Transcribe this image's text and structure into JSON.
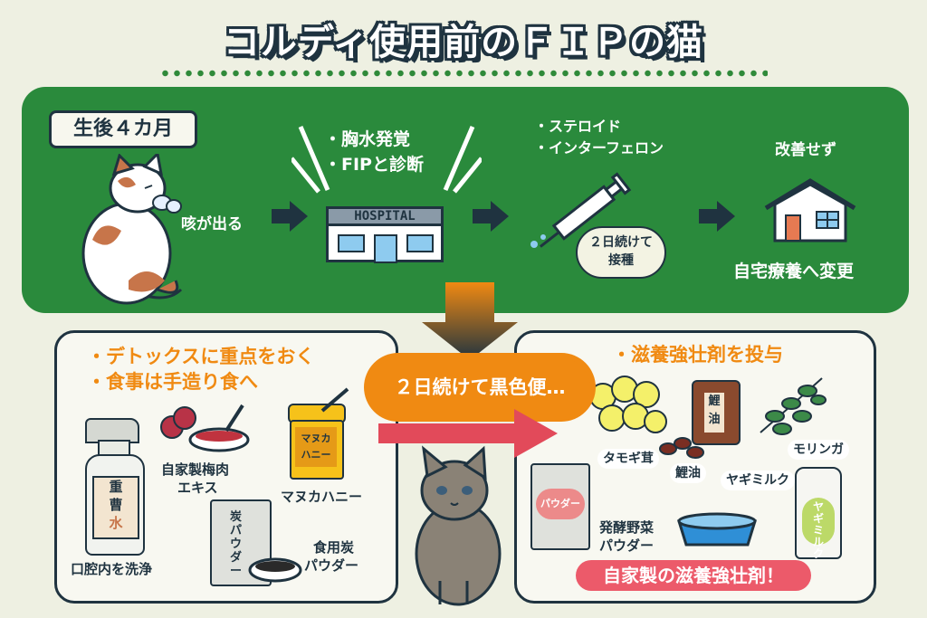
{
  "title": "コルディ使用前のＦＩＰの猫",
  "top": {
    "age_tag": "生後４カ月",
    "cough": "咳が出る",
    "diagnosis_line1": "・胸水発覚",
    "diagnosis_line2": "・FIPと診断",
    "hospital_sign": "HOSPITAL",
    "meds_line1": "・ステロイド",
    "meds_line2": "・インターフェロン",
    "injection_line1": "２日続けて",
    "injection_line2": "接種",
    "no_improve": "改善せず",
    "home_care": "自宅療養へ変更"
  },
  "left_panel": {
    "heading_line1": "・デトックスに重点をおく",
    "heading_line2": "・食事は手造り食へ",
    "spray_label_1": "重",
    "spray_label_2": "曹",
    "spray_label_3": "水",
    "oral_wash": "口腔内を洗浄",
    "plum_line1": "自家製梅肉",
    "plum_line2": "エキス",
    "honey_jar_line1": "マヌカ",
    "honey_jar_line2": "ハニー",
    "honey": "マヌカハニー",
    "charcoal_bag": "炭パウダー",
    "charcoal_line1": "食用炭",
    "charcoal_line2": "パウダー"
  },
  "middle": {
    "cloud_text": "２日続けて黒色便…"
  },
  "right_panel": {
    "heading": "・滋養強壮剤を投与",
    "tamogi": "タモギ茸",
    "carp_jar": "鯉油",
    "carp_oil": "鯉油",
    "moringa": "モリンガ",
    "goat_milk": "ヤギミルク",
    "goat_bottle": "ヤギミルク",
    "powder_bag": "パウダー",
    "fermented_line1": "発酵野菜",
    "fermented_line2": "パウダー",
    "banner": "自家製の滋養強壮剤！"
  },
  "colors": {
    "green": "#2a8a3c",
    "navy": "#1f3340",
    "orange": "#f08a12",
    "pink_banner": "#ec5a6a",
    "cream": "#eef0e2"
  }
}
